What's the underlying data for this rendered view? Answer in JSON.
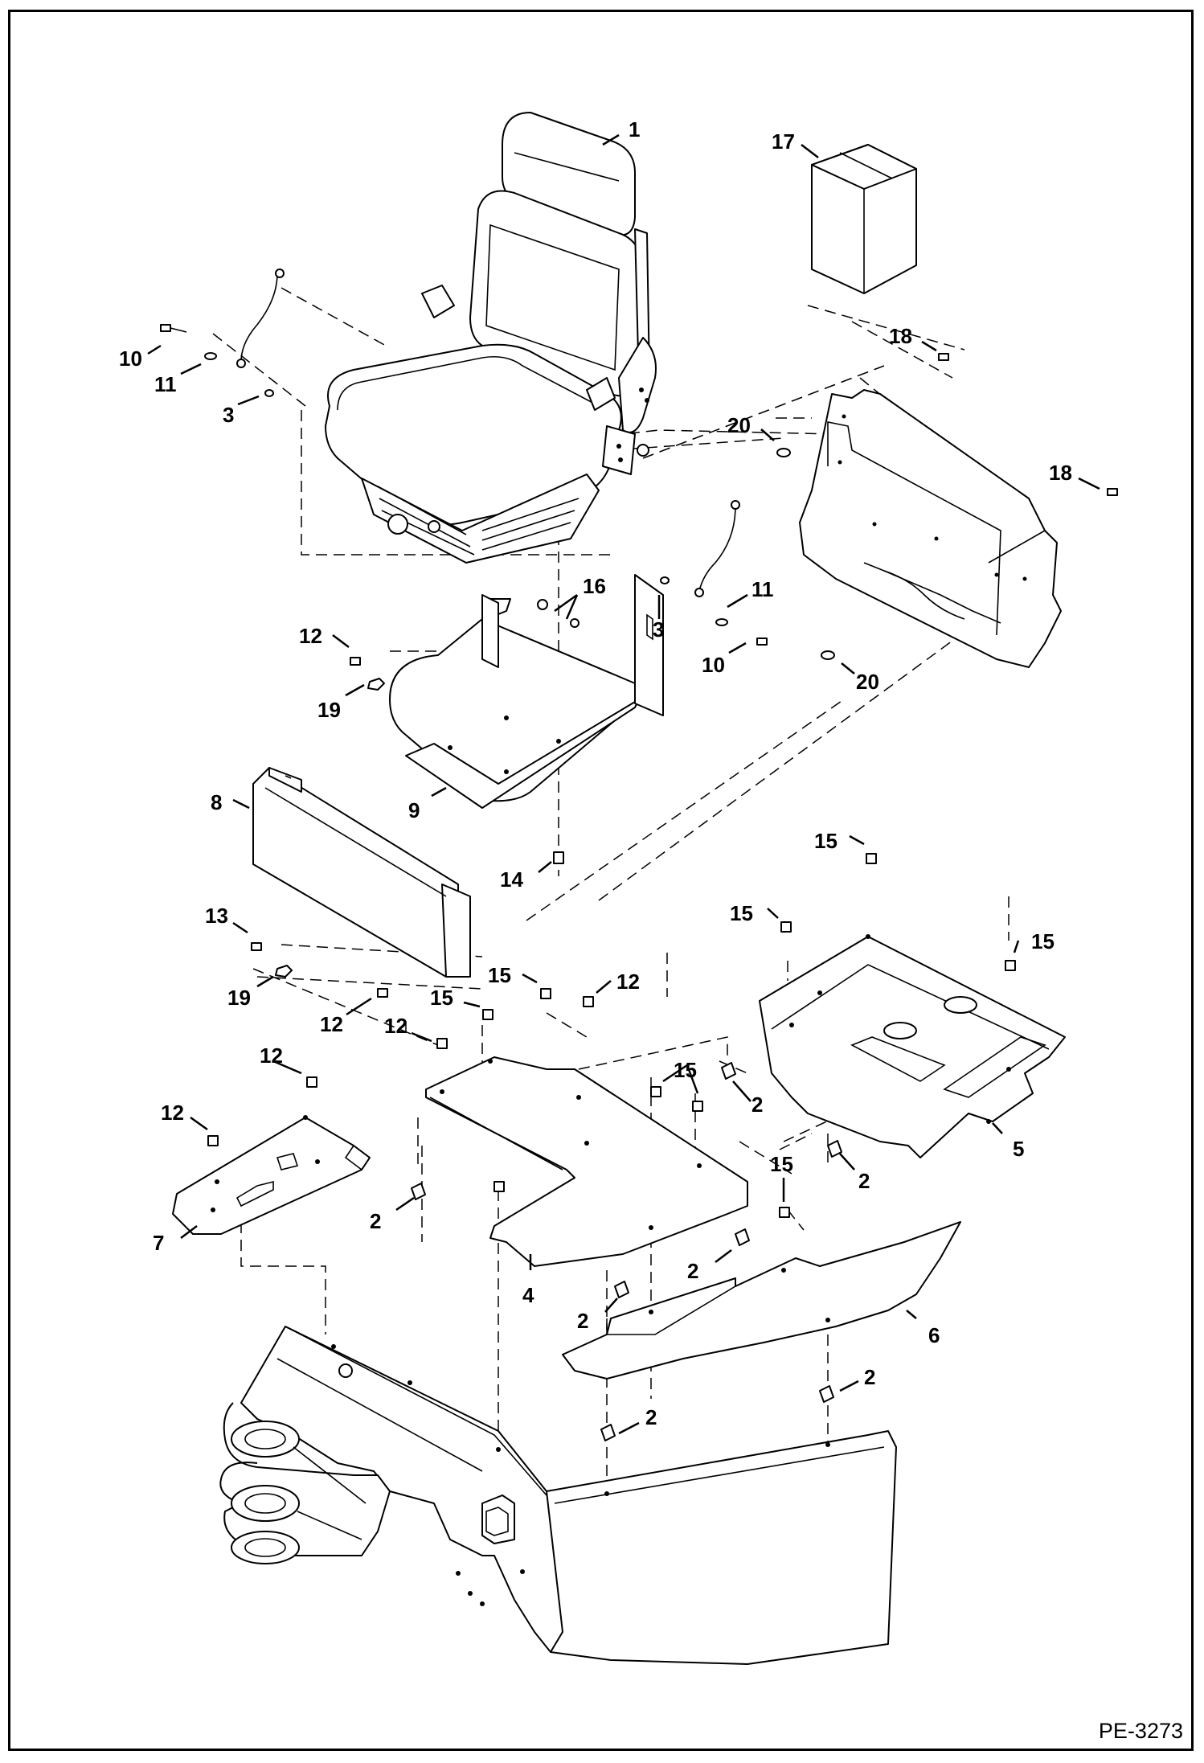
{
  "drawing_number": "PE-3273",
  "callouts": [
    {
      "id": "c1",
      "label": "1"
    },
    {
      "id": "c17",
      "label": "17"
    },
    {
      "id": "c18a",
      "label": "18"
    },
    {
      "id": "c18b",
      "label": "18"
    },
    {
      "id": "c10a",
      "label": "10"
    },
    {
      "id": "c11a",
      "label": "11"
    },
    {
      "id": "c3a",
      "label": "3"
    },
    {
      "id": "c20a",
      "label": "20"
    },
    {
      "id": "c16",
      "label": "16"
    },
    {
      "id": "c11b",
      "label": "11"
    },
    {
      "id": "c3b",
      "label": "3"
    },
    {
      "id": "c10b",
      "label": "10"
    },
    {
      "id": "c20b",
      "label": "20"
    },
    {
      "id": "c12a",
      "label": "12"
    },
    {
      "id": "c19a",
      "label": "19"
    },
    {
      "id": "c9",
      "label": "9"
    },
    {
      "id": "c8",
      "label": "8"
    },
    {
      "id": "c14",
      "label": "14"
    },
    {
      "id": "c13",
      "label": "13"
    },
    {
      "id": "c19b",
      "label": "19"
    },
    {
      "id": "c15a",
      "label": "15"
    },
    {
      "id": "c15b",
      "label": "15"
    },
    {
      "id": "c15c",
      "label": "15"
    },
    {
      "id": "c15d",
      "label": "15"
    },
    {
      "id": "c12b",
      "label": "12"
    },
    {
      "id": "c12c",
      "label": "12"
    },
    {
      "id": "c15e",
      "label": "15"
    },
    {
      "id": "c12d",
      "label": "12"
    },
    {
      "id": "c12e",
      "label": "12"
    },
    {
      "id": "c15f",
      "label": "15"
    },
    {
      "id": "c2a",
      "label": "2"
    },
    {
      "id": "c12f",
      "label": "12"
    },
    {
      "id": "c2b",
      "label": "2"
    },
    {
      "id": "c5",
      "label": "5"
    },
    {
      "id": "c7",
      "label": "7"
    },
    {
      "id": "c2c",
      "label": "2"
    },
    {
      "id": "c4",
      "label": "4"
    },
    {
      "id": "c15g",
      "label": "15"
    },
    {
      "id": "c2d",
      "label": "2"
    },
    {
      "id": "c2e",
      "label": "2"
    },
    {
      "id": "c6",
      "label": "6"
    },
    {
      "id": "c2f",
      "label": "2"
    },
    {
      "id": "c2g",
      "label": "2"
    }
  ]
}
